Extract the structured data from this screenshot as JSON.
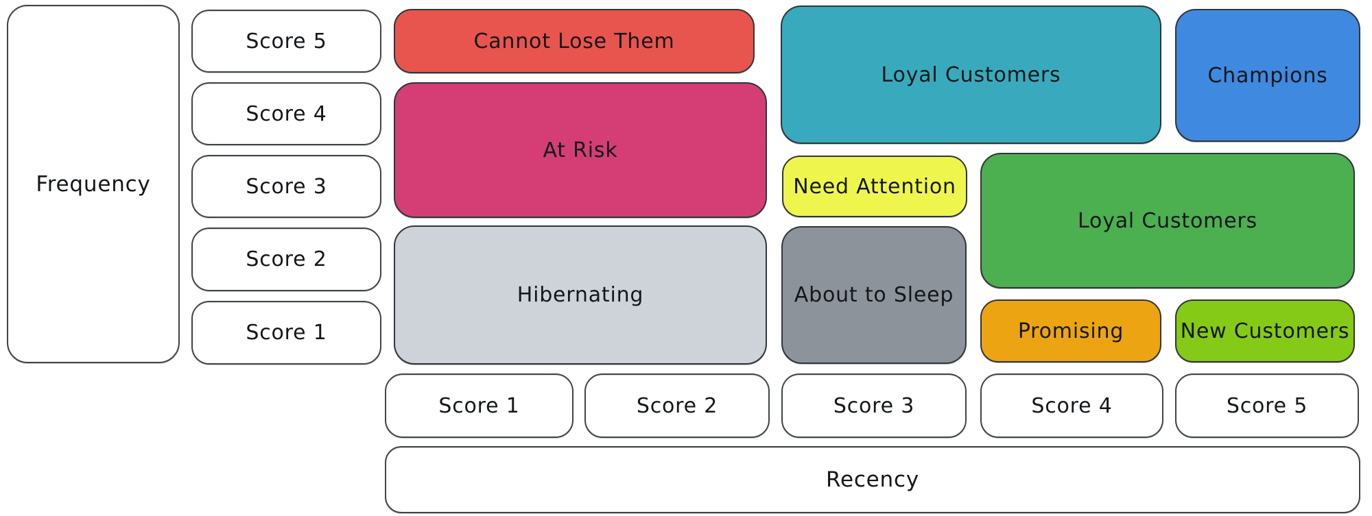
{
  "frequency_axis": {
    "label": "Frequency",
    "scores": [
      "Score 5",
      "Score 4",
      "Score 3",
      "Score 2",
      "Score 1"
    ]
  },
  "recency_axis": {
    "label": "Recency",
    "scores": [
      "Score 1",
      "Score 2",
      "Score 3",
      "Score 4",
      "Score 5"
    ]
  },
  "segments": [
    {
      "id": "cannot-lose-them",
      "label": "Cannot Lose Them",
      "color": "#e8554e",
      "text_color": "#14171a"
    },
    {
      "id": "at-risk",
      "label": "At Risk",
      "color": "#d43e74",
      "text_color": "#14171a"
    },
    {
      "id": "hibernating",
      "label": "Hibernating",
      "color": "#ced3da",
      "text_color": "#14171a"
    },
    {
      "id": "loyal-customers-top",
      "label": "Loyal Customers",
      "color": "#39aabd",
      "text_color": "#14171a"
    },
    {
      "id": "champions",
      "label": "Champions",
      "color": "#3f89e0",
      "text_color": "#14171a"
    },
    {
      "id": "need-attention",
      "label": "Need Attention",
      "color": "#eef64d",
      "text_color": "#14171a"
    },
    {
      "id": "about-to-sleep",
      "label": "About to Sleep",
      "color": "#8c939b",
      "text_color": "#14171a"
    },
    {
      "id": "loyal-customers-mid",
      "label": "Loyal Customers",
      "color": "#4caf50",
      "text_color": "#14171a"
    },
    {
      "id": "promising",
      "label": "Promising",
      "color": "#eca413",
      "text_color": "#14171a"
    },
    {
      "id": "new-customers",
      "label": "New Customers",
      "color": "#85ca17",
      "text_color": "#14171a"
    }
  ]
}
